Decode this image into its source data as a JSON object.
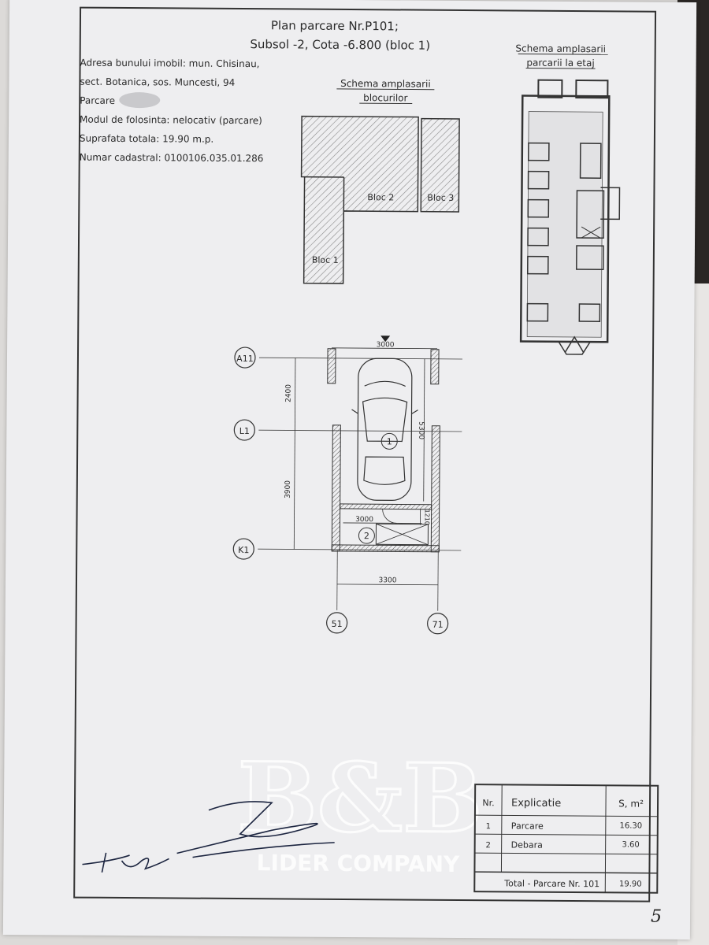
{
  "header": {
    "title_line1": "Plan parcare  Nr.P101;",
    "title_line2": "Subsol -2, Cota -6.800 (bloc 1)"
  },
  "info": {
    "address_line1": "Adresa bunului imobil: mun. Chisinau,",
    "address_line2": "sect. Botanica, sos. Muncesti, 94",
    "parking_label": "Parcare",
    "usage": "Modul de folosinta: nelocativ (parcare)",
    "area": "Suprafata totala: 19.90 m.p.",
    "cadastral": "Numar cadastral: 0100106.035.01.286"
  },
  "block_schema": {
    "title_line1": "Schema amplasarii",
    "title_line2": "blocurilor",
    "blocks": [
      "Bloc 1",
      "Bloc 2",
      "Bloc 3"
    ]
  },
  "floor_schema": {
    "title_line1": "Schema amplasarii",
    "title_line2": "parcarii la etaj"
  },
  "plan": {
    "axes": {
      "a11": "A11",
      "l1": "L1",
      "k1": "K1",
      "c5": "51",
      "c7": "71"
    },
    "dims": {
      "top_width": "3000",
      "upper_height": "2400",
      "lower_height": "3900",
      "spot_length": "5300",
      "storage_width": "3000",
      "storage_depth": "1210",
      "total_width": "3300"
    },
    "room_numbers": [
      "1",
      "2"
    ]
  },
  "table": {
    "headers": {
      "nr": "Nr.",
      "explicatie": "Explicatie",
      "s": "S, m²"
    },
    "rows": [
      {
        "nr": "1",
        "name": "Parcare",
        "s": "16.30"
      },
      {
        "nr": "2",
        "name": "Debara",
        "s": "3.60"
      }
    ],
    "total_label": "Total - Parcare Nr. 101",
    "total_value": "19.90"
  },
  "watermark": {
    "logo": "B&B",
    "company": "LIDER COMPANY"
  },
  "page_number": "5",
  "colors": {
    "paper": "#eeeef0",
    "ink": "#2a2a2a",
    "hatch": "#777777",
    "watermark": "#ffffff"
  }
}
